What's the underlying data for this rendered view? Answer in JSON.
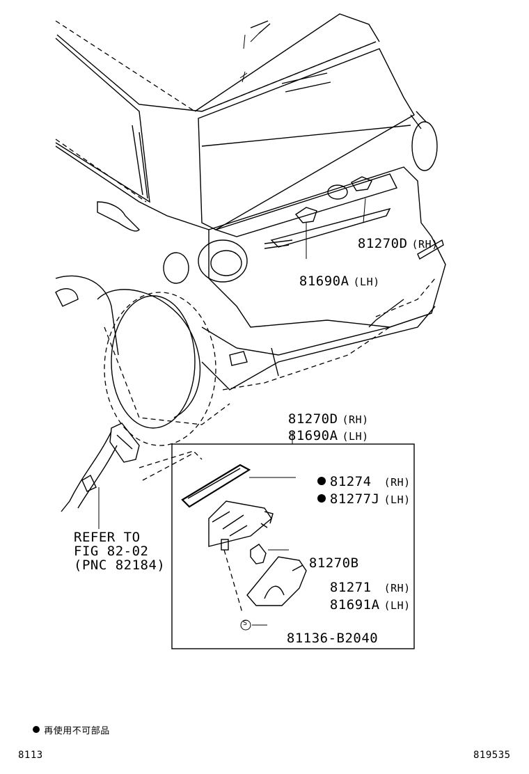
{
  "callouts": {
    "top_rh_part": "81270D",
    "top_rh_side": "(RH)",
    "top_lh_part": "81690A",
    "top_lh_side": "(LH)",
    "box_head_rh_part": "81270D",
    "box_head_rh_side": "(RH)",
    "box_head_lh_part": "81690A",
    "box_head_lh_side": "(LH)",
    "lens_rh_part": "81274",
    "lens_rh_side": "(RH)",
    "lens_lh_part": "81277J",
    "lens_lh_side": "(LH)",
    "bulb_part": "81270B",
    "cover_rh_part": "81271",
    "cover_rh_side": "(RH)",
    "cover_lh_part": "81691A",
    "cover_lh_side": "(LH)",
    "screw_symbol": "S",
    "screw_part": "81136-B2040"
  },
  "reference": {
    "line1": "REFER TO",
    "line2": "FIG 82-02",
    "line3": "(PNC 82184)"
  },
  "legend": {
    "symbol": "filled-circle",
    "text": "再使用不可部品"
  },
  "footer": {
    "left_code": "8113",
    "right_code": "819535"
  }
}
